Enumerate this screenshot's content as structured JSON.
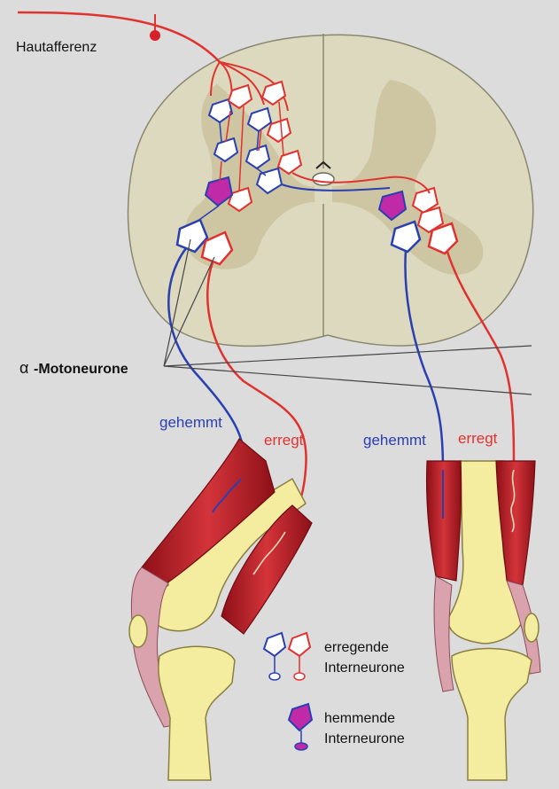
{
  "labels": {
    "afferent": "Hautafferenz",
    "alpha_symbol": "α",
    "motoneurons": "-Motoneurone",
    "inhibited_left": "gehemmt",
    "excited_left": "erregt",
    "inhibited_right": "gehemmt",
    "excited_right": "erregt"
  },
  "legend": {
    "excitatory_line1": "erregende",
    "excitatory_line2": "Interneurone",
    "inhibitory_line1": "hemmende",
    "inhibitory_line2": "Interneurone"
  },
  "colors": {
    "background": "#dcdcdc",
    "excitatory_red": "#e0322f",
    "inhibitory_blue": "#2a3fb0",
    "inhibitory_fill": "#c02aa8",
    "spinal_cord": "#ddd9bf",
    "grey_matter": "#cec6a2",
    "bone": "#f4ec9e",
    "muscle": "#c2202a",
    "tendon": "#d9a2ad"
  }
}
